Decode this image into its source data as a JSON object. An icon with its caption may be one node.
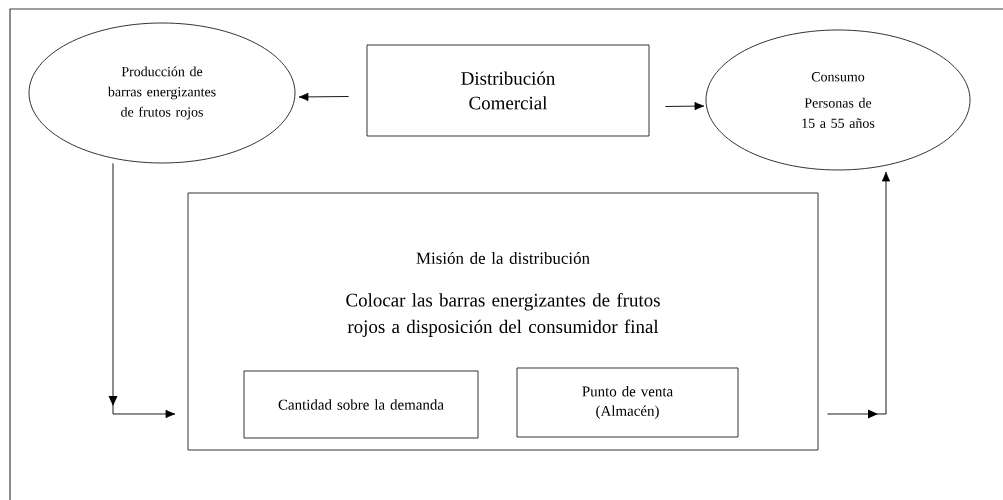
{
  "diagram": {
    "nodes": [
      {
        "text": [
          "Producción de barras energizantes de frutos rojos"
        ]
      },
      {
        "text": [
          "Distribución Comercial"
        ]
      },
      {
        "text": [
          "Consumo",
          "Personas de 15 a 55 años"
        ]
      },
      {
        "text": [
          "Misión de la distribución",
          "Colocar las barras energizantes de frutos rojos a disposición del consumidor final"
        ]
      },
      {
        "text": [
          "Cantidad sobre la demanda"
        ],
        "in": 3
      },
      {
        "text": [
          "Punto de venta (Almacén)"
        ],
        "in": 3
      }
    ],
    "edges": [
      {
        "from": 1,
        "to": 0,
        "arrow": "to"
      },
      {
        "from": 1,
        "to": 2,
        "arrow": "to"
      },
      {
        "from": 0,
        "to": 3,
        "arrow": "to"
      },
      {
        "from": 3,
        "to": 2,
        "arrow": "to"
      }
    ]
  }
}
